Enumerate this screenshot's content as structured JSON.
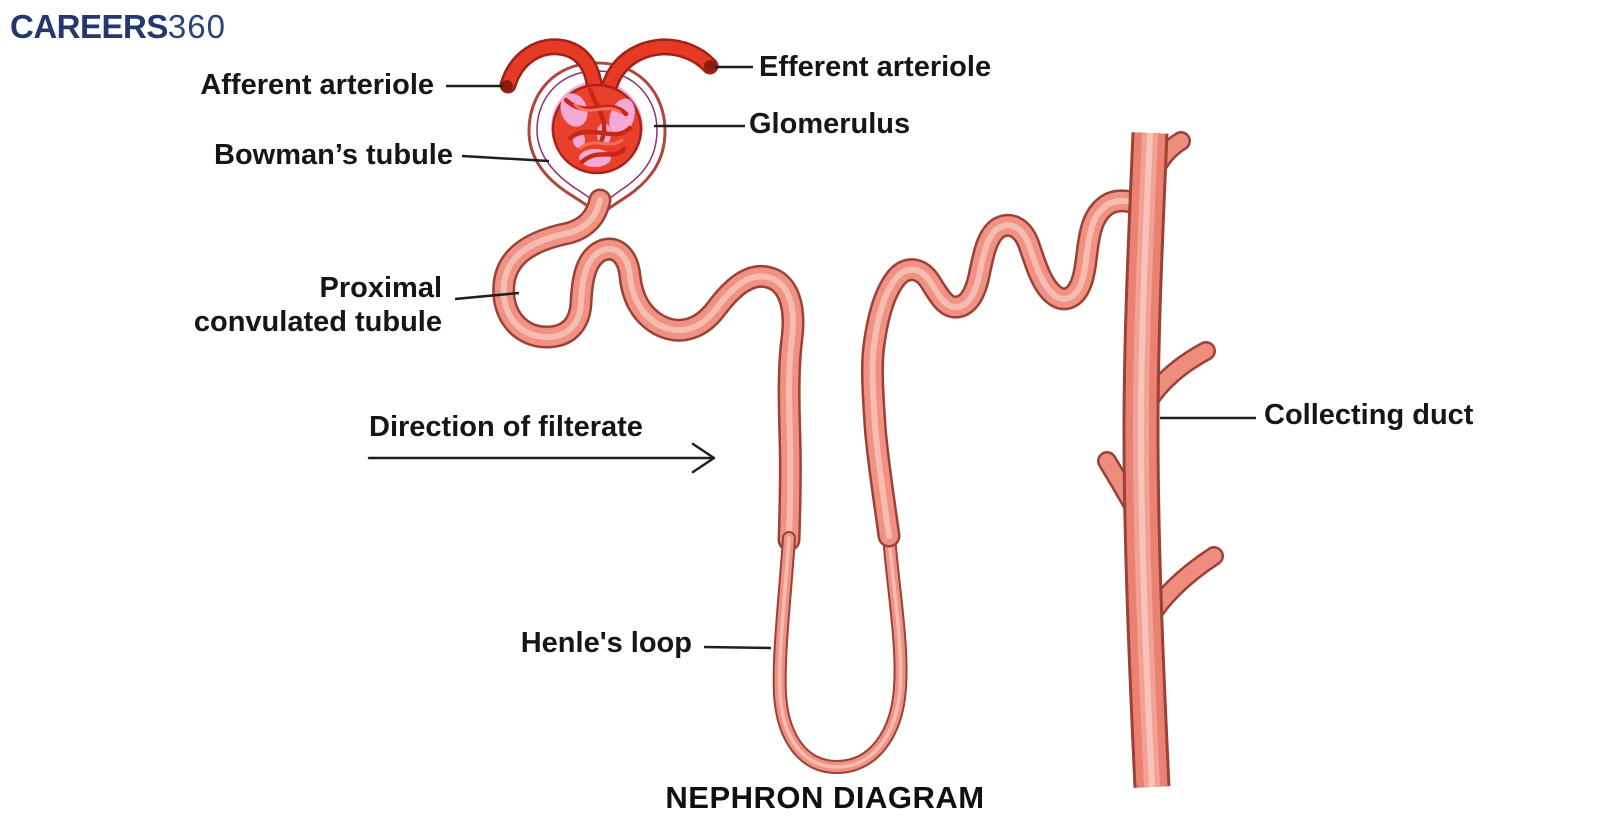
{
  "logo": {
    "brand": "CAREERS",
    "suffix": "360",
    "color": "#24386e"
  },
  "title": "NEPHRON DIAGRAM",
  "labels": {
    "afferent_arteriole": "Afferent arteriole",
    "efferent_arteriole": "Efferent arteriole",
    "bowmans_tubule": "Bowman’s tubule",
    "glomerulus": "Glomerulus",
    "proximal_line1": "Proximal",
    "proximal_line2": "convulated tubule",
    "direction_of_filtrate": "Direction of filterate",
    "henles_loop": "Henle's loop",
    "collecting_duct": "Collecting duct"
  },
  "colors": {
    "background": "#ffffff",
    "label_text": "#161616",
    "logo_navy": "#24386e",
    "tubule_fill": "#ef9183",
    "tubule_outline": "#9c4136",
    "tubule_highlight": "#f8c3b9",
    "arteriole_red": "#e63a25",
    "arteriole_outline": "#9e2218",
    "capsule_outer": "#f3a8a0",
    "capsule_ring": "#c9449e",
    "capsule_inner_pink": "#f2aed8",
    "glomerulus_red": "#e8402a"
  }
}
